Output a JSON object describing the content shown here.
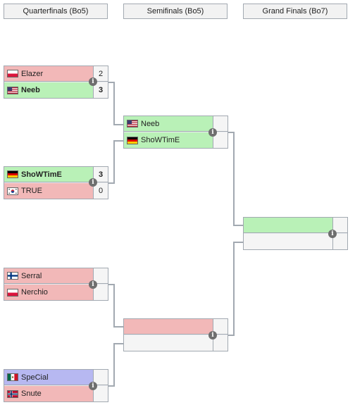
{
  "rounds": [
    {
      "label": "Quarterfinals (Bo5)"
    },
    {
      "label": "Semifinals (Bo5)"
    },
    {
      "label": "Grand Finals (Bo7)"
    }
  ],
  "matches": {
    "qf1": {
      "p1": {
        "name": "Elazer",
        "score": "2",
        "flag": "flag-poland"
      },
      "p2": {
        "name": "Neeb",
        "score": "3",
        "flag": "flag-usa"
      }
    },
    "qf2": {
      "p1": {
        "name": "ShoWTimE",
        "score": "3",
        "flag": "flag-germany"
      },
      "p2": {
        "name": "TRUE",
        "score": "0",
        "flag": "flag-south-korea"
      }
    },
    "qf3": {
      "p1": {
        "name": "Serral",
        "score": "",
        "flag": "flag-finland"
      },
      "p2": {
        "name": "Nerchio",
        "score": "",
        "flag": "flag-poland"
      }
    },
    "qf4": {
      "p1": {
        "name": "SpeCial",
        "score": "",
        "flag": "flag-mexico"
      },
      "p2": {
        "name": "Snute",
        "score": "",
        "flag": "flag-norway"
      }
    },
    "sf1": {
      "p1": {
        "name": "Neeb",
        "score": "",
        "flag": "flag-usa"
      },
      "p2": {
        "name": "ShoWTimE",
        "score": "",
        "flag": "flag-germany"
      }
    },
    "sf2": {
      "p1": {
        "name": "",
        "score": ""
      },
      "p2": {
        "name": "",
        "score": ""
      }
    },
    "gf": {
      "p1": {
        "name": "",
        "score": ""
      },
      "p2": {
        "name": "",
        "score": ""
      }
    }
  },
  "icons": {
    "match_info": "info-icon",
    "info_glyph": "i"
  },
  "colors": {
    "winner": "#b9f1b7",
    "loser": "#f2b8b8",
    "highlight": "#b7b8f1",
    "border": "#a2a9b1"
  }
}
